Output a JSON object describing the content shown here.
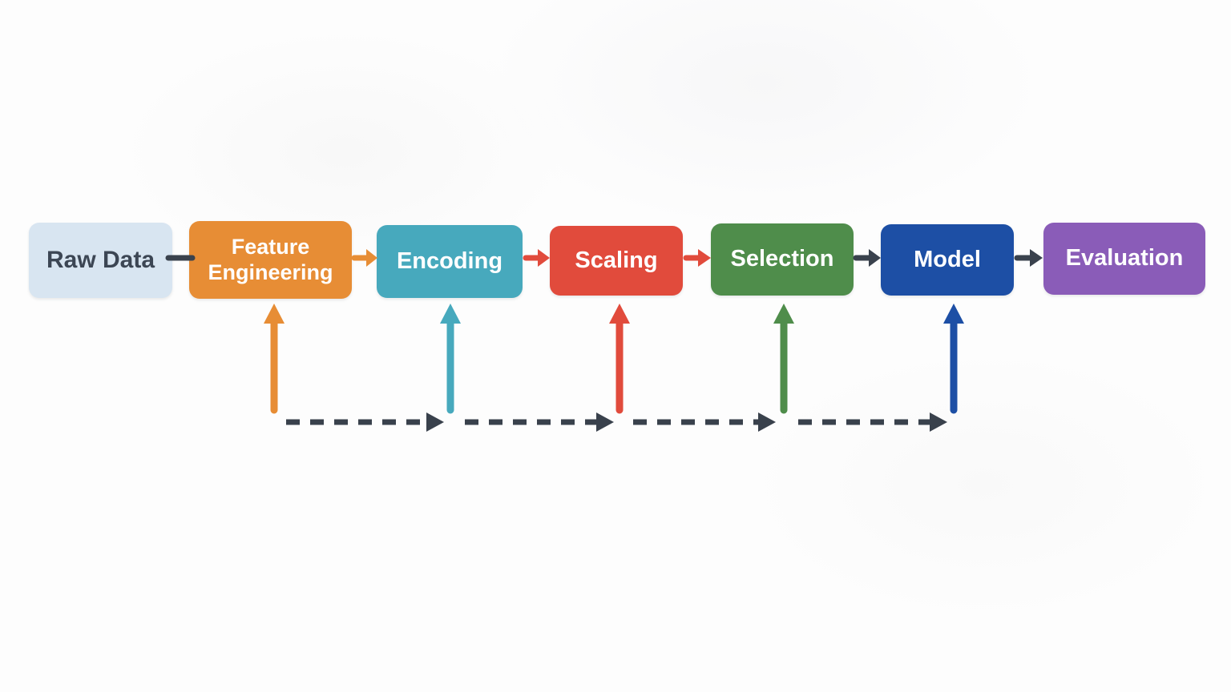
{
  "diagram": {
    "background_color": "#fdfdfd",
    "nodes": [
      {
        "label": "Raw Data",
        "color": "#d8e5f1",
        "text_color": "#3c4654"
      },
      {
        "label": "Feature Engineering",
        "color": "#e78d35",
        "text_color": "#ffffff"
      },
      {
        "label": "Encoding",
        "color": "#47a9bd",
        "text_color": "#ffffff"
      },
      {
        "label": "Scaling",
        "color": "#e14b3c",
        "text_color": "#ffffff"
      },
      {
        "label": "Selection",
        "color": "#4f8d4b",
        "text_color": "#ffffff"
      },
      {
        "label": "Model",
        "color": "#1d4fa5",
        "text_color": "#ffffff"
      },
      {
        "label": "Evaluation",
        "color": "#8a5cb8",
        "text_color": "#ffffff"
      }
    ],
    "connectors": [
      {
        "from": "Raw Data",
        "to": "Feature Engineering",
        "style": "plain-line",
        "color": "#3a424d"
      },
      {
        "from": "Feature Engineering",
        "to": "Encoding",
        "style": "solid-arrow",
        "color": "#e78d35"
      },
      {
        "from": "Encoding",
        "to": "Scaling",
        "style": "solid-arrow",
        "color": "#e14b3c"
      },
      {
        "from": "Scaling",
        "to": "Selection",
        "style": "solid-arrow",
        "color": "#e14b3c"
      },
      {
        "from": "Selection",
        "to": "Model",
        "style": "solid-arrow",
        "color": "#3a424d"
      },
      {
        "from": "Model",
        "to": "Evaluation",
        "style": "solid-arrow",
        "color": "#3a424d"
      }
    ],
    "up_arrows": [
      {
        "target": "Feature Engineering",
        "color": "#e78d35"
      },
      {
        "target": "Encoding",
        "color": "#47a9bd"
      },
      {
        "target": "Scaling",
        "color": "#e14b3c"
      },
      {
        "target": "Selection",
        "color": "#4f8d4b"
      },
      {
        "target": "Model",
        "color": "#1d4fa5"
      }
    ],
    "dashed_flow": {
      "color": "#39414c",
      "direction": "left-to-right",
      "segment_count": 4
    }
  }
}
